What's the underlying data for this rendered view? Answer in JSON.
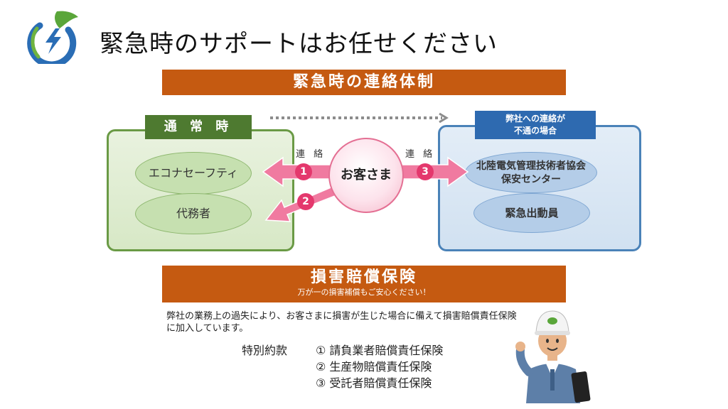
{
  "header": {
    "title": "緊急時のサポートはお任せください"
  },
  "contact_section": {
    "title": "緊急時の連絡体制",
    "normal_label": "通 常 時",
    "normal_items": [
      "エコナセーフティ",
      "代務者"
    ],
    "fail_label_line1": "弊社への連絡が",
    "fail_label_line2": "不通の場合",
    "fail_item1_line1": "北陸電気管理技術者協会",
    "fail_item1_line2": "保安センター",
    "fail_item2": "緊急出動員",
    "customer": "お客さま",
    "contact_label_left": "連 絡",
    "contact_label_right": "連 絡",
    "arrow_numbers": [
      "1",
      "2",
      "3"
    ]
  },
  "insurance_section": {
    "title": "損害賠償保険",
    "subtitle": "万が一の損害補償もご安心ください！",
    "description": "弊社の業務上の過失により、お客さまに損害が生じた場合に備えて損害賠償責任保険に加入しています。",
    "special_label": "特別約款",
    "items": [
      "① 請負業者賠償責任保険",
      "② 生産物賠償責任保険",
      "③ 受託者賠償責任保険"
    ]
  },
  "colors": {
    "orange_bar": "#c55a11",
    "green_box": "#6a9a45",
    "green_tab": "#4e7a30",
    "blue_box": "#4a82b8",
    "blue_tab": "#2e6ab0",
    "arrow_pink": "#f07aa0",
    "badge_pink": "#e4386d"
  },
  "icons": {
    "logo": "leaf-lightning-logo",
    "worker": "worker-with-helmet-illustration"
  }
}
